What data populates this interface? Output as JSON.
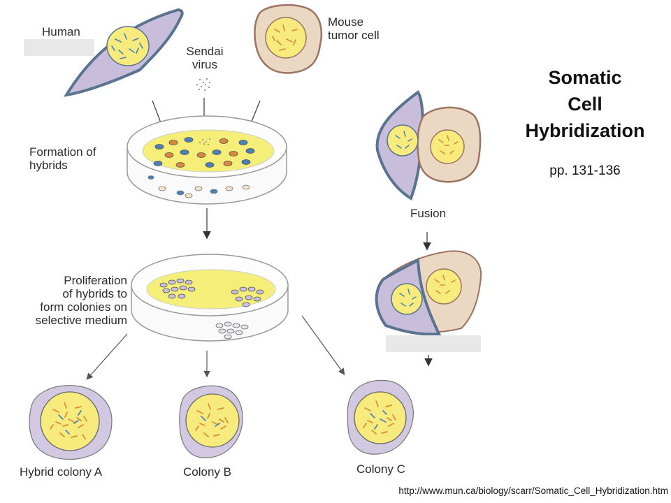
{
  "title": "Somatic\nCell\nHybridization",
  "pages": "pp. 131-136",
  "url": "http://www.mun.ca/biology/scarr/Somatic_Cell_Hybridization.htm",
  "labels": {
    "human": "Human",
    "mouse": "Mouse\ntumor cell",
    "sendai": "Sendai\nvirus",
    "formation": "Formation of\nhybrids",
    "proliferation": "Proliferation\nof hybrids to\nform colonies on\nselective medium",
    "fusion": "Fusion",
    "colony_a": "Hybrid colony A",
    "colony_b": "Colony B",
    "colony_c": "Colony C"
  },
  "colors": {
    "human_cytoplasm": "#c8bedc",
    "human_outline": "#5a7490",
    "mouse_cytoplasm": "#ead8c2",
    "mouse_outline": "#9c7262",
    "nucleus": "#f6eb7c",
    "medium": "#f5ef7a",
    "colony_cytoplasm": "#d2c8e2",
    "human_chromosome": "#4a80b8",
    "mouse_chromosome": "#d88a3c"
  }
}
